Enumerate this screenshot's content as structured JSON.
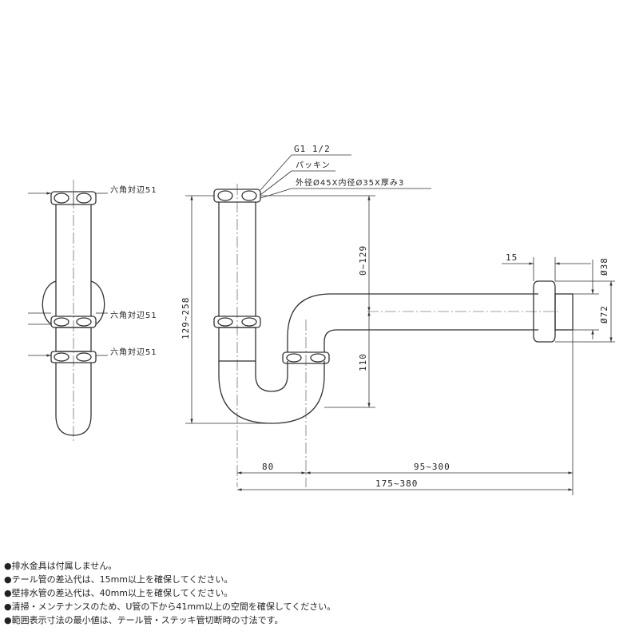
{
  "side_view": {
    "hex_label_top": "六角対辺51",
    "hex_label_mid": "六角対辺51",
    "hex_label_bottom": "六角対辺51"
  },
  "front_view": {
    "thread_label": "G1 1/2",
    "packing_label": "パッキン",
    "packing_spec": "外径Ø45X内径Ø35X厚み3",
    "dim_total_height": "129~258",
    "dim_tail_adjust": "0~129",
    "dim_trap_depth": "110",
    "dim_flange_width": "15",
    "dim_pipe_dia": "Ø38",
    "dim_flange_dia": "Ø72",
    "dim_trap_width": "80",
    "dim_wall_range": "95~300",
    "dim_total_width": "175~380"
  },
  "notes": [
    "●排水金具は付属しません。",
    "●テール管の差込代は、15mm以上を確保してください。",
    "●壁排水管の差込代は、40mm以上を確保してください。",
    "●清掃・メンテナンスのため、U管の下から41mm以上の空間を確保してください。",
    "●範囲表示寸法の最小値は、テール管・ステッキ管切断時の寸法です。"
  ]
}
